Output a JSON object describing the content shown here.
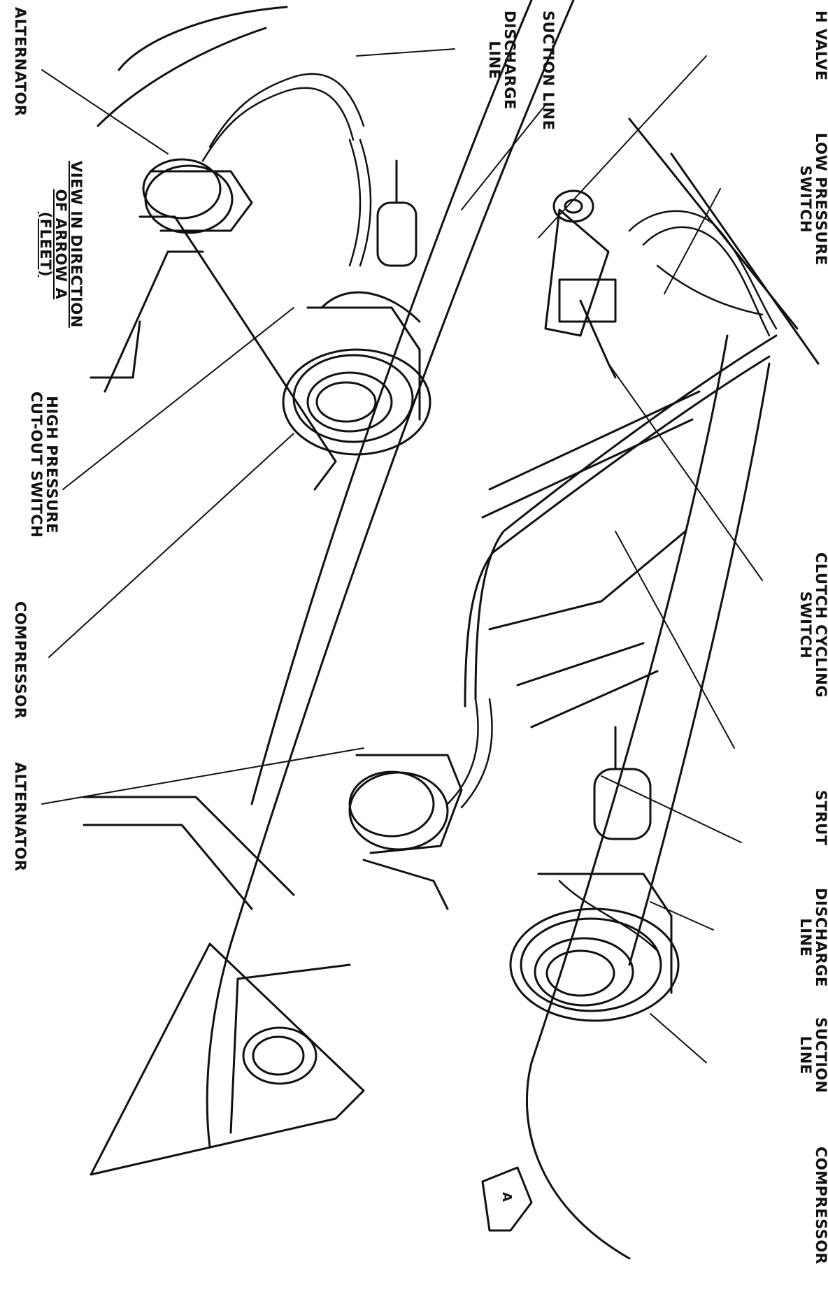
{
  "labels": {
    "h_valve": "H VALVE",
    "low_pressure_switch": "LOW PRESSURE\nSWITCH",
    "suction_line_top": "SUCTION LINE",
    "discharge_line_top": "DISCHARGE\nLINE",
    "clutch_cycling_switch": "CLUTCH CYCLING\nSWITCH",
    "strut": "STRUT",
    "discharge_line_right": "DISCHARGE\nLINE",
    "suction_line_right": "SUCTION\nLINE",
    "compressor_right": "COMPRESSOR",
    "alternator_left_top": "ALTERNATOR",
    "view_direction": "VIEW IN DIRECTION\nOF ARROW A\n(FLEET)",
    "high_pressure_cutout": "HIGH PRESSURE\nCUT-OUT SWITCH",
    "compressor_left": "COMPRESSOR",
    "alternator_left_bottom": "ALTERNATOR",
    "arrow_marker": "A"
  },
  "colors": {
    "ink": "#111111",
    "background": "#ffffff"
  }
}
